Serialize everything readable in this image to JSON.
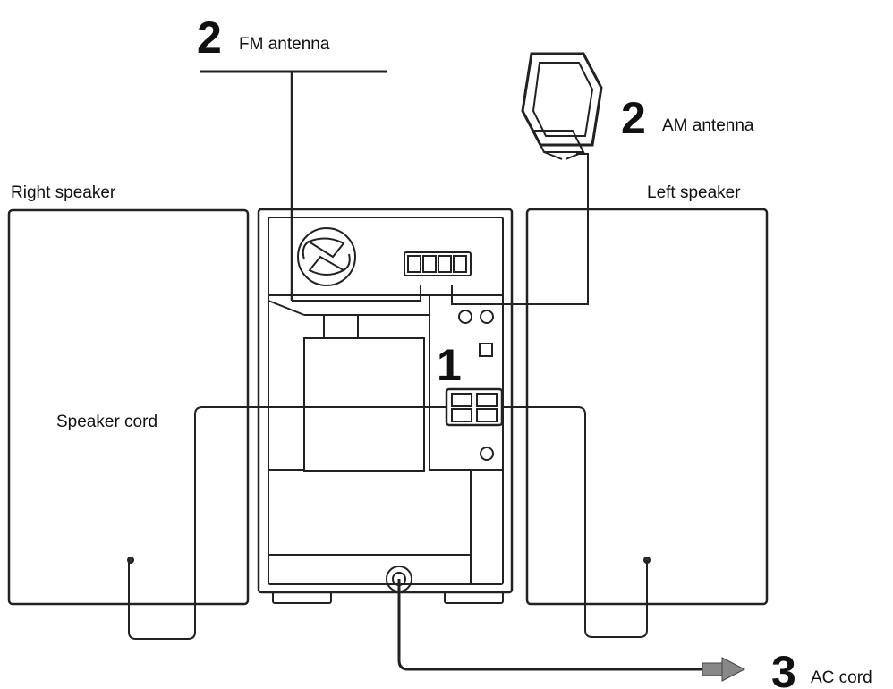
{
  "labels": {
    "fm_step": "2",
    "fm_antenna": "FM antenna",
    "am_step": "2",
    "am_antenna": "AM antenna",
    "right_speaker": "Right speaker",
    "left_speaker": "Left speaker",
    "speaker_step": "1",
    "speaker_cord": "Speaker cord",
    "ac_step": "3",
    "ac_cord": "AC cord"
  }
}
